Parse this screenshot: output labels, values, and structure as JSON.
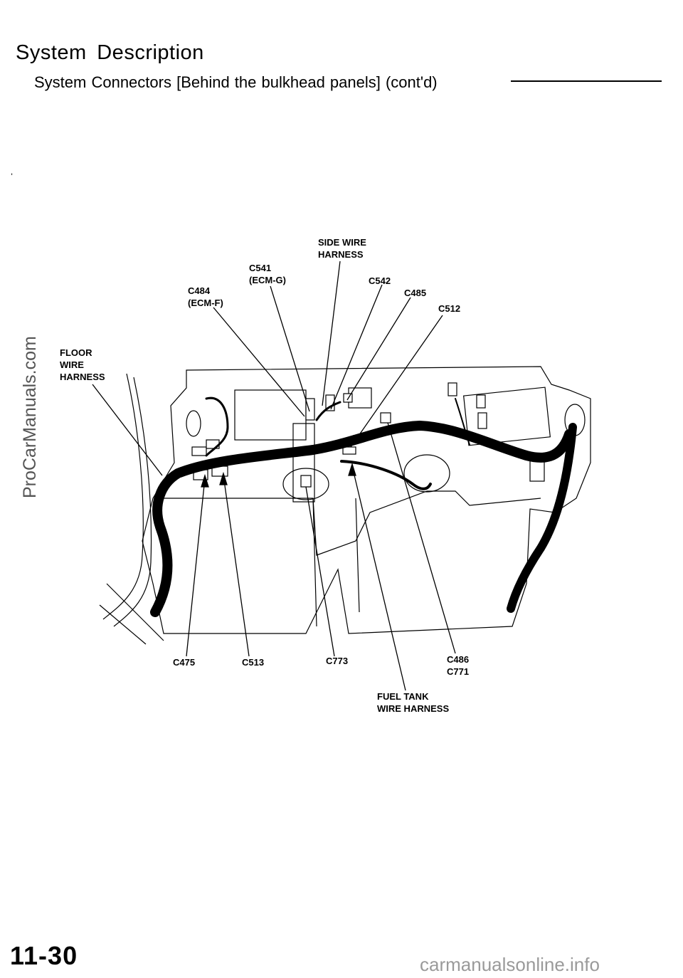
{
  "header": {
    "title": "System Description",
    "subtitle": "System Connectors [Behind the bulkhead panels] (cont'd)"
  },
  "diagram": {
    "labels": {
      "side_wire_harness_1": "SIDE WIRE",
      "side_wire_harness_2": "HARNESS",
      "c541": "C541",
      "c541_sub": "(ECM-G)",
      "c484": "C484",
      "c484_sub": "(ECM-F)",
      "c542": "C542",
      "c485": "C485",
      "c512": "C512",
      "floor_1": "FLOOR",
      "floor_2": "WIRE",
      "floor_3": "HARNESS",
      "c475": "C475",
      "c513": "C513",
      "c773": "C773",
      "c486": "C486",
      "c771": "C771",
      "fuel_1": "FUEL TANK",
      "fuel_2": "WIRE HARNESS"
    }
  },
  "footer": {
    "page_number": "11-30",
    "watermark_side": "ProCarManuals.com",
    "watermark_bottom": "carmanualsonline.info"
  }
}
